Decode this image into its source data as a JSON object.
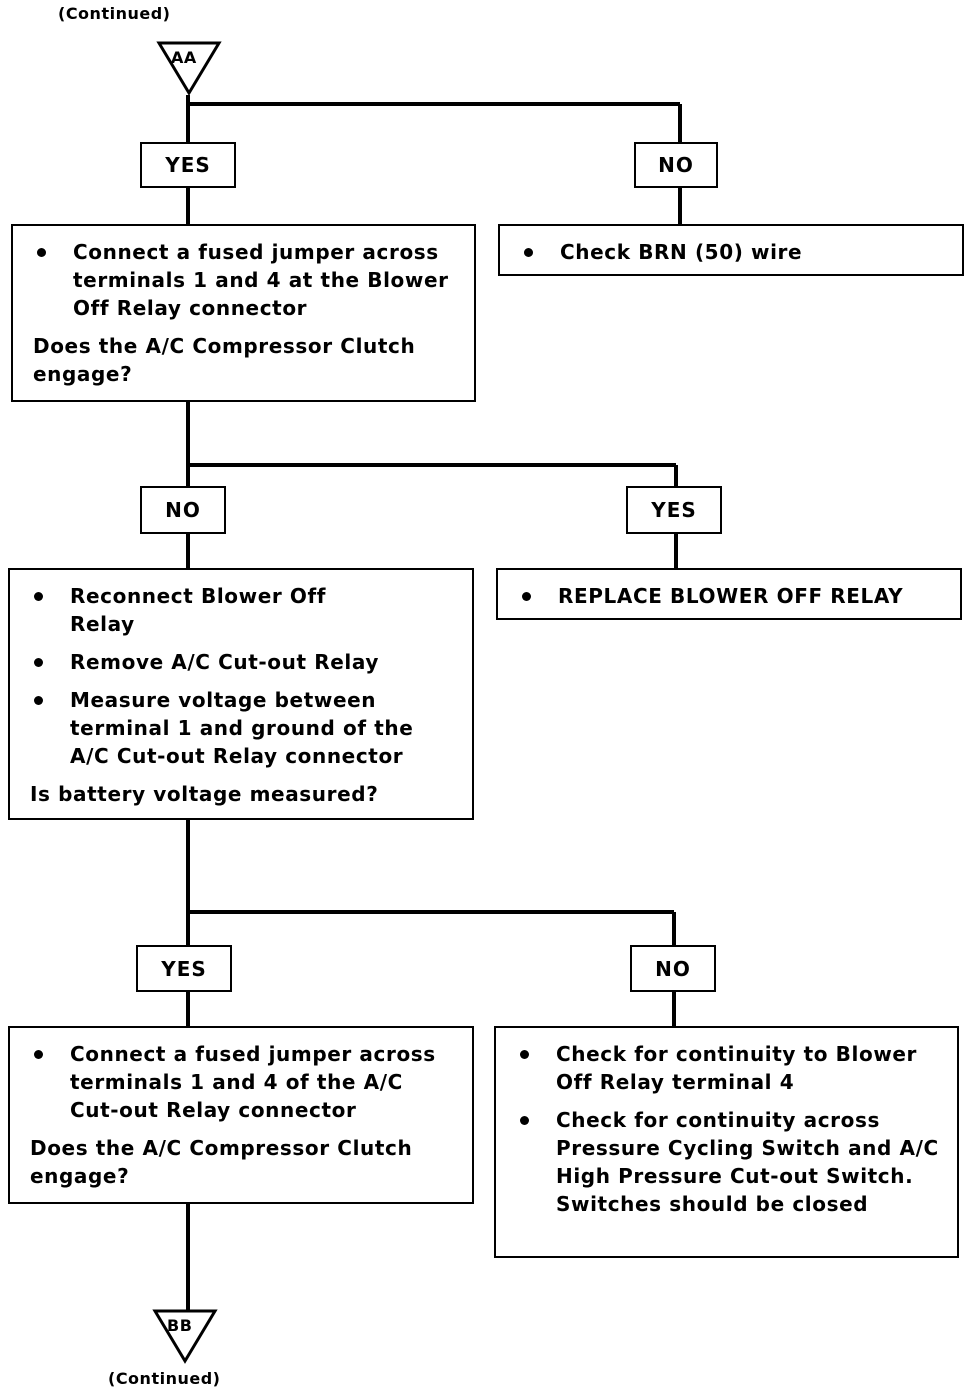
{
  "connectors": {
    "top": {
      "id": "AA",
      "caption": "(Continued)"
    },
    "bottom": {
      "id": "BB",
      "caption": "(Continued)"
    }
  },
  "branches": {
    "b1_yes": "YES",
    "b1_no": "NO",
    "b2_no": "NO",
    "b2_yes": "YES",
    "b3_yes": "YES",
    "b3_no": "NO"
  },
  "steps": {
    "s1": {
      "items": [
        "Connect a fused jumper across terminals 1 and 4 at the Blower Off Relay connector"
      ],
      "question": "Does the A/C Compressor Clutch engage?"
    },
    "s1_no": {
      "items": [
        "Check BRN (50) wire"
      ]
    },
    "s2": {
      "items": [
        "Reconnect Blower Off Relay",
        "Remove A/C Cut-out Relay",
        "Measure voltage between terminal 1 and ground of the A/C Cut-out Relay connector"
      ],
      "question": "Is battery voltage measured?"
    },
    "s2_yes": {
      "items": [
        "REPLACE BLOWER OFF RELAY"
      ]
    },
    "s3": {
      "items": [
        "Connect a fused jumper across terminals 1 and 4 of the A/C Cut-out Relay connector"
      ],
      "question": "Does the A/C Compressor Clutch engage?"
    },
    "s3_no": {
      "items": [
        "Check for continuity to Blower Off Relay terminal 4",
        "Check for continuity across Pressure Cycling Switch and A/C High Pressure Cut-out Switch. Switches should be closed"
      ]
    }
  }
}
